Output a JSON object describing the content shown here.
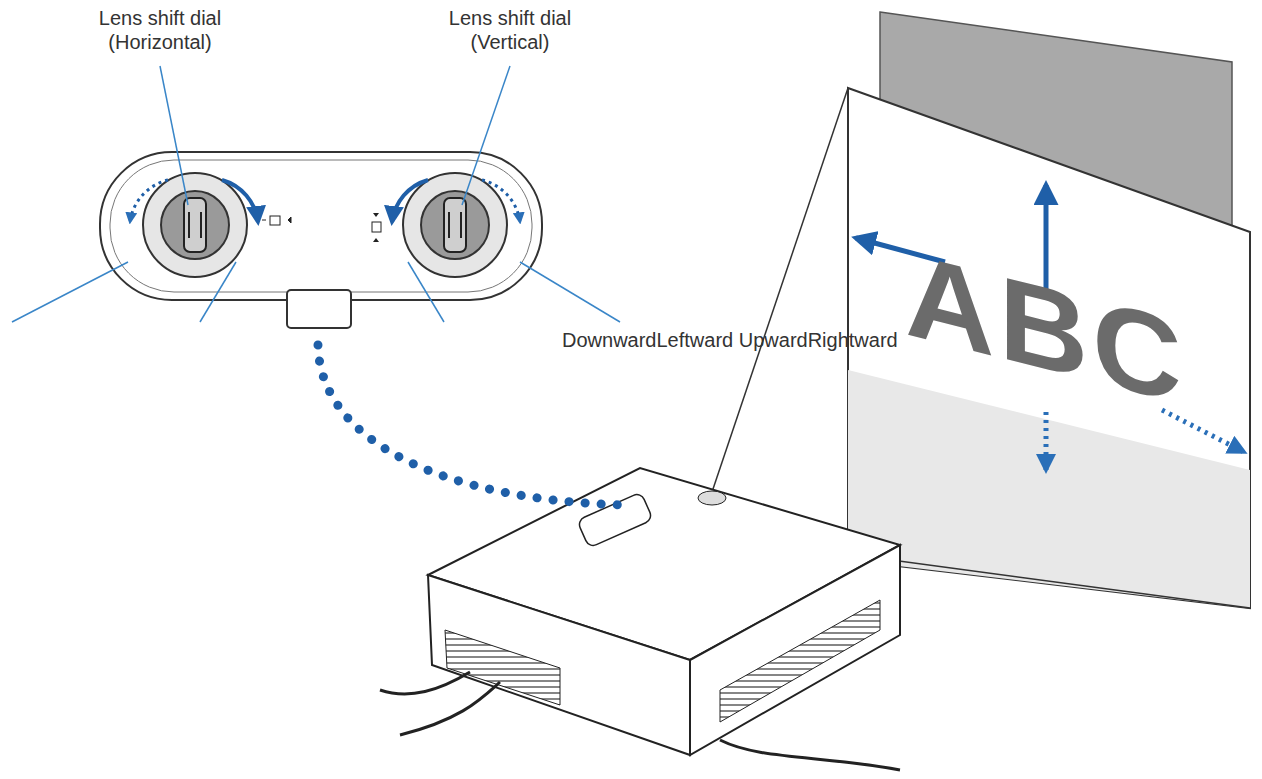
{
  "diagram": {
    "labels": [
      "Lens shift dial (Horizontal)",
      "Lens shift dial (Vertical)",
      "DownwardLeftward UpwardRightward",
      "ABC"
    ]
  }
}
